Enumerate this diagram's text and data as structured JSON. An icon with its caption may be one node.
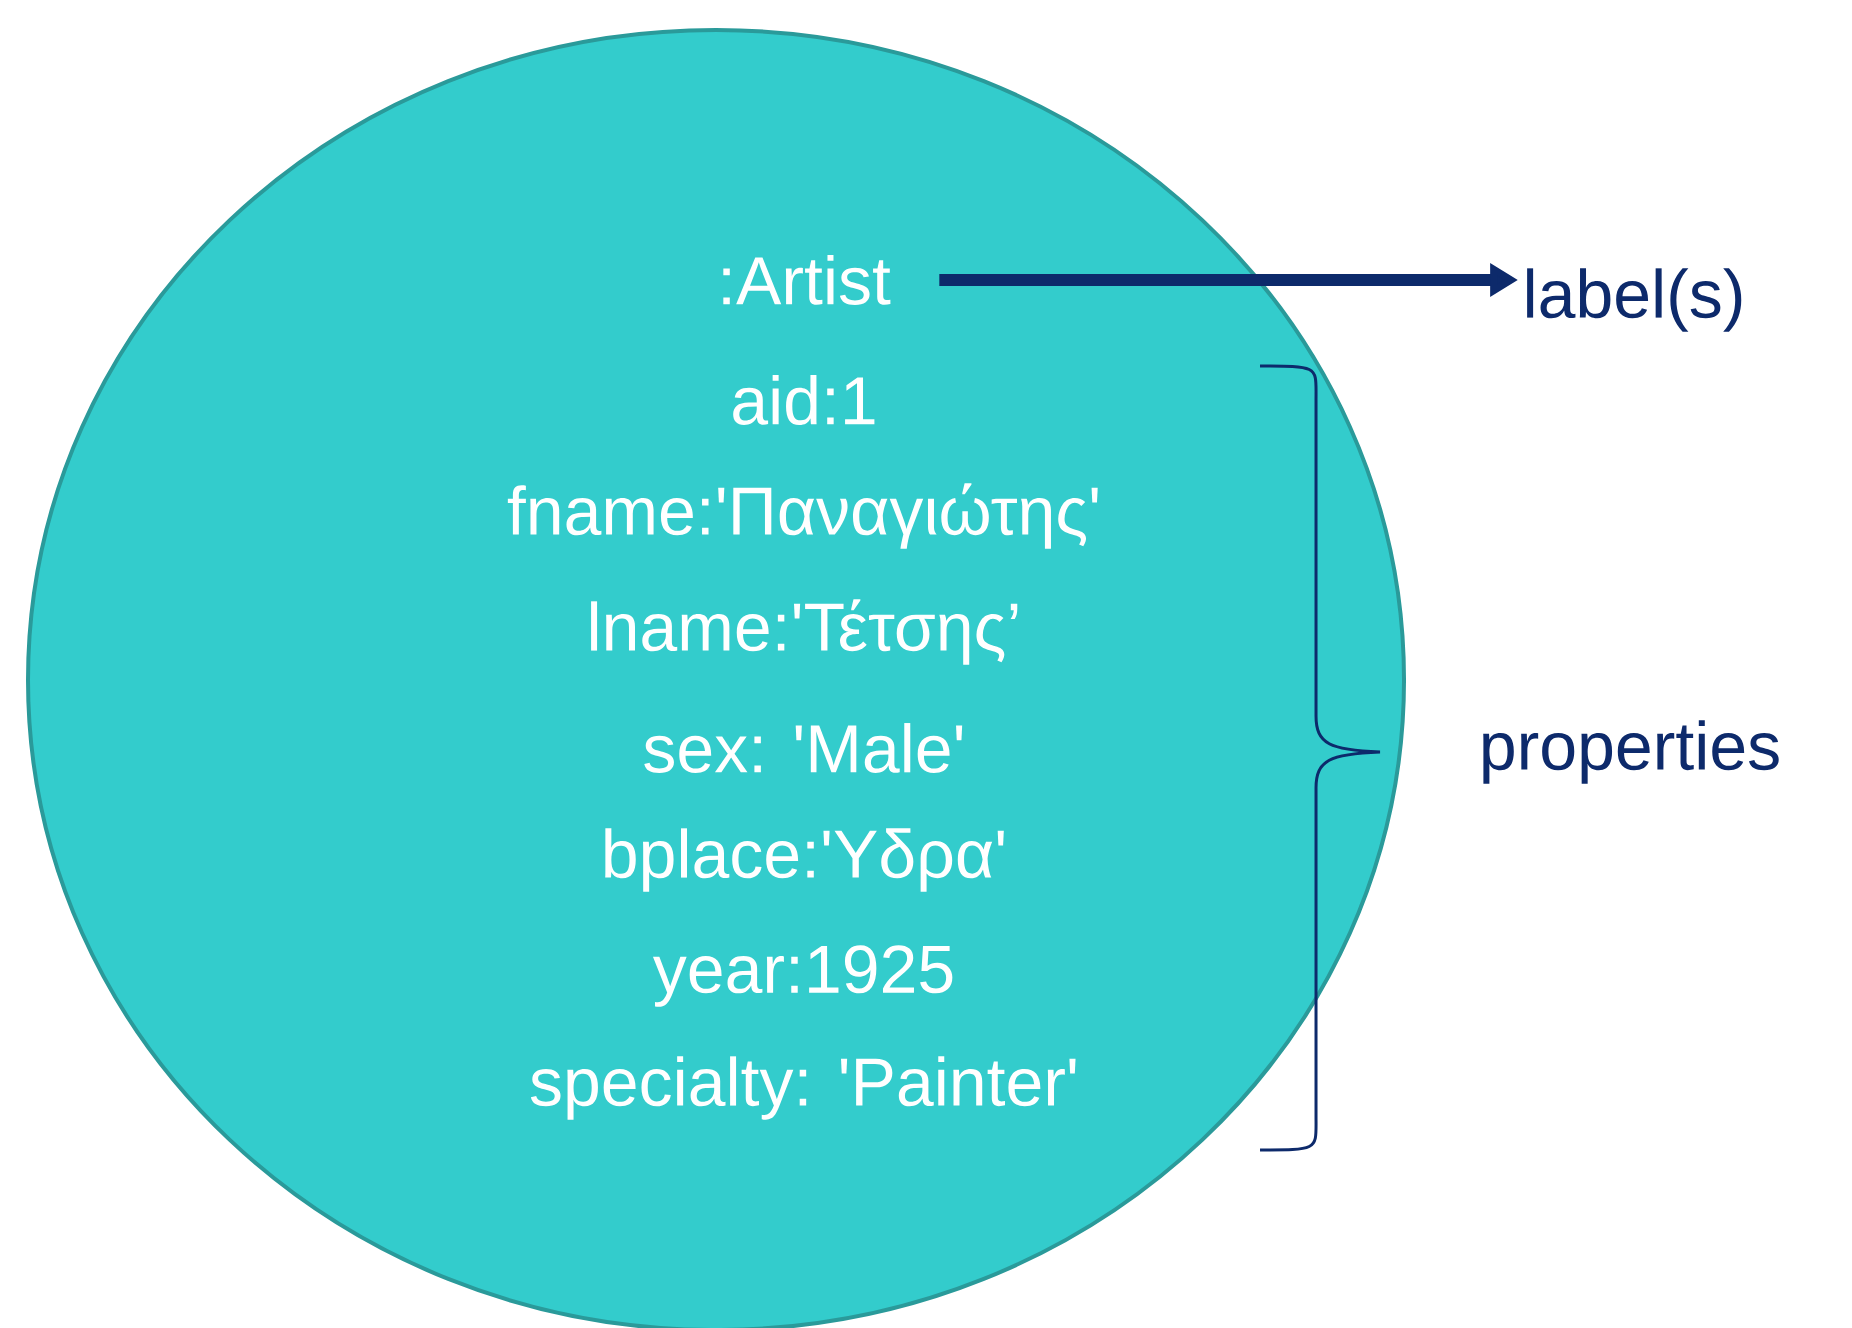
{
  "diagram": {
    "nodes": [
      {
        "text": [],
        "shape": "circle"
      },
      {
        "text": [
          ":Artist"
        ],
        "in": 0
      },
      {
        "text": [
          "label(s)"
        ]
      }
    ],
    "edges": [
      {
        "from": 1,
        "to": 2,
        "arrow": "to"
      }
    ],
    "labels": [
      "aid:1",
      "fname:'Παναγιώτης'",
      "lname:'Τέτσης’",
      "sex: 'Male'",
      "bplace:'Υδρα'",
      "year:1925",
      "specialty: 'Painter'",
      "properties"
    ]
  }
}
